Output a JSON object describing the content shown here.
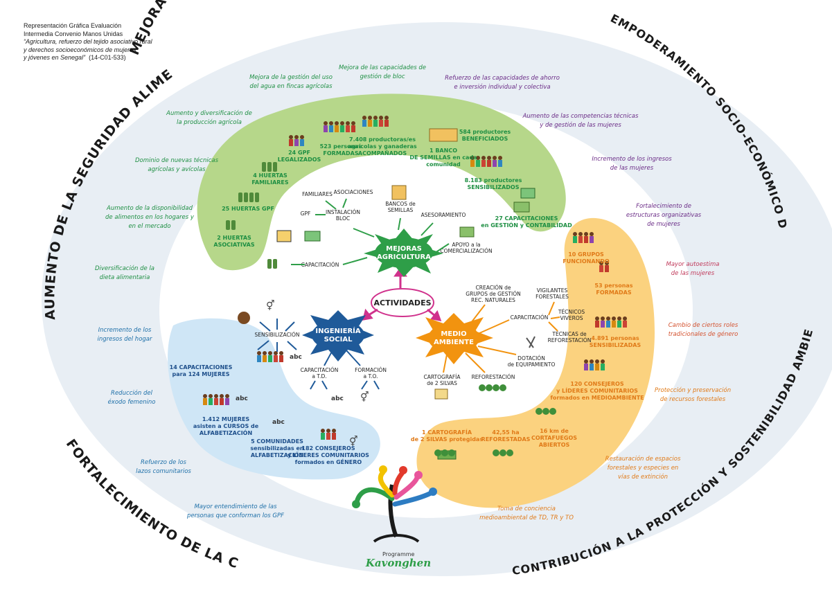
{
  "header": {
    "line1": "Representación Gráfica Evaluación",
    "line2": "Intermedia Convenio Manos Unidas",
    "line3": "“Agricultura, refuerzo del tejido asociativo rural",
    "line4": "y derechos socioeconómicos de mujeres",
    "line5": "y jóvenes en Senegal”",
    "code": "(14-C01-533)"
  },
  "titles": {
    "nutricional": "MEJORA DEL ESTADO NUTRICIONAL",
    "empoderamiento": "EMPODERAMIENTO SOCIO-ECONÓMICO DE LAS MUJERES",
    "seguridad": "AUMENTO DE LA SEGURIDAD ALIMENTARIA",
    "cohesion": "FORTALECIMIENTO DE LA COHESIÓN SOCIAL",
    "ambiental": "CONTRIBUCIÓN A LA PROTECCIÓN Y SOSTENIBILIDAD AMBIENTAL DE LA ZONA"
  },
  "results": {
    "green": [
      {
        "l1": "Mejora de la gestión del uso",
        "l2": "del agua en fincas agrícolas"
      },
      {
        "l1": "Aumento y diversificación de",
        "l2": "la producción agrícola"
      },
      {
        "l1": "Dominio de nuevas técnicas",
        "l2": "agrícolas y avícolas"
      },
      {
        "l1": "Aumento de la disponibilidad",
        "l2": "de alimentos en los hogares y",
        "l3": "en el mercado"
      },
      {
        "l1": "Diversificación de la",
        "l2": "dieta alimentaria"
      },
      {
        "l1": "Mejora de las capacidades de",
        "l2": "gestión de bloc"
      }
    ],
    "purple": [
      {
        "l1": "Refuerzo de las capacidades de ahorro",
        "l2": "e inversión individual y colectiva"
      },
      {
        "l1": "Aumento de las competencias técnicas",
        "l2": "y de gestión de las mujeres"
      },
      {
        "l1": "Incremento de los ingresos",
        "l2": "de las mujeres"
      },
      {
        "l1": "Fortalecimiento de",
        "l2": "estructuras organizativas",
        "l3": "de mujeres"
      }
    ],
    "orange": [
      {
        "l1": "Mayor autoestima",
        "l2": "de las mujeres"
      },
      {
        "l1": "Cambio de ciertos roles",
        "l2": "tradicionales de género"
      },
      {
        "l1": "Protección y preservación",
        "l2": "de recursos forestales"
      },
      {
        "l1": "Restauración de espacios",
        "l2": "forestales y especies en",
        "l3": "vías de extinción"
      },
      {
        "l1": "Toma de conciencia",
        "l2": "medioambiental de TD, TR y TO"
      }
    ],
    "blue": [
      {
        "l1": "Incremento de los",
        "l2": "ingresos del hogar"
      },
      {
        "l1": "Reducción del",
        "l2": "éxodo femenino"
      },
      {
        "l1": "Refuerzo de los",
        "l2": "lazos comunitarios"
      },
      {
        "l1": "Mayor entendimiento de las",
        "l2": "personas que conforman los GPF"
      }
    ]
  },
  "stats": {
    "green": [
      {
        "l1": "24 GPF",
        "l2": "LEGALIZADOS"
      },
      {
        "l1": "523 personas",
        "l2": "FORMADAS"
      },
      {
        "l1": "7.408 productoras/es",
        "l2": "agrícolas y ganaderas",
        "l3": "ACOMPAÑADOS"
      },
      {
        "l1": "584 productores",
        "l2": "BENEFICIADOS"
      },
      {
        "l1": "1 BANCO",
        "l2": "DE SEMILLAS en cada",
        "l3": "comunidad"
      },
      {
        "l1": "8.183 productores",
        "l2": "SENSIBILIZADOS"
      },
      {
        "l1": "4 HUERTAS",
        "l2": "FAMILIARES"
      },
      {
        "l1": "25 HUERTAS GPF"
      },
      {
        "l1": "2 HUERTAS",
        "l2": "ASOCIATIVAS"
      },
      {
        "l1": "27 CAPACITACIONES",
        "l2": "en GESTIÓN y CONTABILIDAD"
      }
    ],
    "orange": [
      {
        "l1": "10 GRUPOS",
        "l2": "FUNCIONANDO"
      },
      {
        "l1": "53 personas",
        "l2": "FORMADAS"
      },
      {
        "l1": "4.891 personas",
        "l2": "SENSIBILIZADAS"
      },
      {
        "l1": "120 CONSEJEROS",
        "l2": "y LÍDERES COMUNITARIOS",
        "l3": "formados en MEDIOAMBIENTE"
      },
      {
        "l1": "1 CARTOGRAFÍA",
        "l2": "de 2 SILVAS protegidas"
      },
      {
        "l1": "42,55 ha",
        "l2": "REFORESTADAS"
      },
      {
        "l1": "16 km de",
        "l2": "CORTAFUEGOS",
        "l3": "ABIERTOS"
      }
    ],
    "blue": [
      {
        "l1": "14 CAPACITACIONES",
        "l2": "para 124 MUJERES"
      },
      {
        "l1": "1.412 MUJERES",
        "l2": "asisten a CURSOS de",
        "l3": "ALFABETIZACIÓN"
      },
      {
        "l1": "5 COMUNIDADES",
        "l2": "sensibilizadas en",
        "l3": "ALFABETIZACIÓN"
      },
      {
        "l1": "182 CONSEJEROS",
        "l2": "y LÍDERES COMUNITARIOS",
        "l3": "formados en GÉNERO"
      }
    ]
  },
  "activities": {
    "center": "ACTIVIDADES",
    "agri_hub_l1": "MEJORAS",
    "agri_hub_l2": "AGRICULTURA",
    "social_hub_l1": "INGENIERÍA",
    "social_hub_l2": "SOCIAL",
    "env_hub_l1": "MEDIO",
    "env_hub_l2": "AMBIENTE",
    "agri": {
      "familiares": "FAMILIARES",
      "asociaciones": "ASOCIACIONES",
      "gpf": "GPF",
      "instalacion_l1": "INSTALACIÓN",
      "instalacion_l2": "BLOC",
      "bancos_l1": "BANCOS de",
      "bancos_l2": "SEMILLAS",
      "asesoramiento": "ASESORAMIENTO",
      "apoyo_l1": "APOYO a la",
      "apoyo_l2": "COMERCIALIZACIÓN",
      "capacitacion": "CAPACITACIÓN"
    },
    "social": {
      "sensibilizacion": "SENSIBILIZACIÓN",
      "cap_td_l1": "CAPACITACIÓN",
      "cap_td_l2": "a T.D.",
      "form_to_l1": "FORMACIÓN",
      "form_to_l2": "a T.O."
    },
    "env": {
      "creacion_l1": "CREACIÓN de",
      "creacion_l2": "GRUPOS de GESTIÓN",
      "creacion_l3": "REC. NATURALES",
      "vigilantes_l1": "VIGILANTES",
      "vigilantes_l2": "FORESTALES",
      "capacitacion": "CAPACITACIÓN",
      "tecnicos_l1": "TÉCNICOS",
      "tecnicos_l2": "VIVEROS",
      "tecnicas_l1": "TÉCNICAS de",
      "tecnicas_l2": "REFORESTACIÓN",
      "dotacion_l1": "DOTACIÓN",
      "dotacion_l2": "de EQUIPAMIENTO",
      "cartografia_l1": "CARTOGRAFÍA",
      "cartografia_l2": "de 2 SILVAS",
      "reforestacion": "REFORESTACIÓN"
    }
  },
  "logo": {
    "line1": "Programme",
    "line2": "Kavonghen"
  },
  "colors": {
    "outer": "#e8eef4",
    "green_band": "#b6d78a",
    "orange_band": "#fbd27f",
    "blue_band": "#cfe6f6",
    "green_text": "#1e8f43",
    "purple_text": "#6a2b86",
    "orange_text": "#e07a18",
    "blue_text": "#1d6fa8",
    "hub_green": "#2e9e48",
    "hub_blue": "#1f5a99",
    "hub_orange": "#f2930f",
    "center_pink": "#d0318c"
  }
}
